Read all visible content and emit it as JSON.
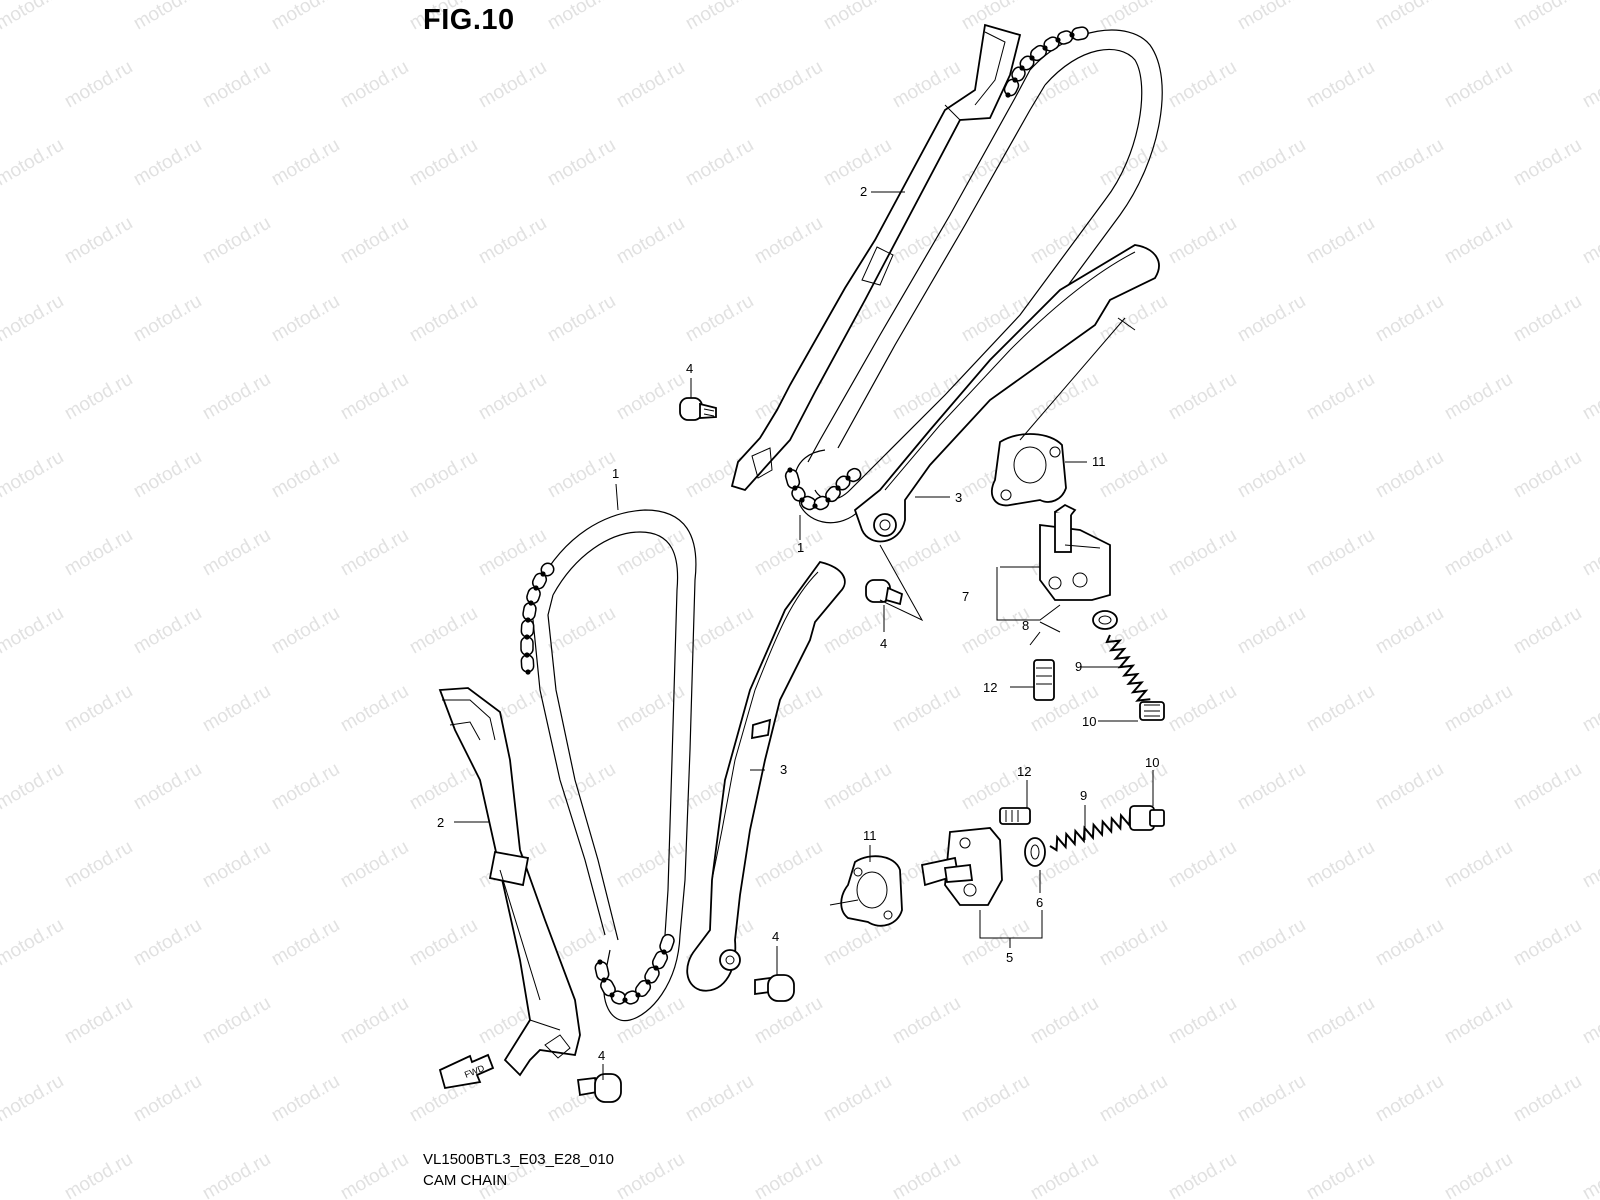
{
  "figure": {
    "title": "FIG.10",
    "diagram_code": "VL1500BTL3_E03_E28_010",
    "diagram_name": "CAM CHAIN",
    "fwd_label": "FWD"
  },
  "watermark": "motod.ru",
  "callouts": {
    "c1_top": "1",
    "c1_bottom": "1",
    "c2_top": "2",
    "c2_bottom": "2",
    "c3_top": "3",
    "c3_bottom": "3",
    "c4_a": "4",
    "c4_b": "4",
    "c4_c": "4",
    "c4_d": "4",
    "c5": "5",
    "c6": "6",
    "c7": "7",
    "c8": "8",
    "c9_top": "9",
    "c9_bottom": "9",
    "c10_top": "10",
    "c10_bottom": "10",
    "c11_top": "11",
    "c11_bottom": "11",
    "c12_top": "12",
    "c12_bottom": "12"
  },
  "colors": {
    "line": "#000000",
    "background": "#ffffff",
    "watermark": "#c9c9c9"
  }
}
